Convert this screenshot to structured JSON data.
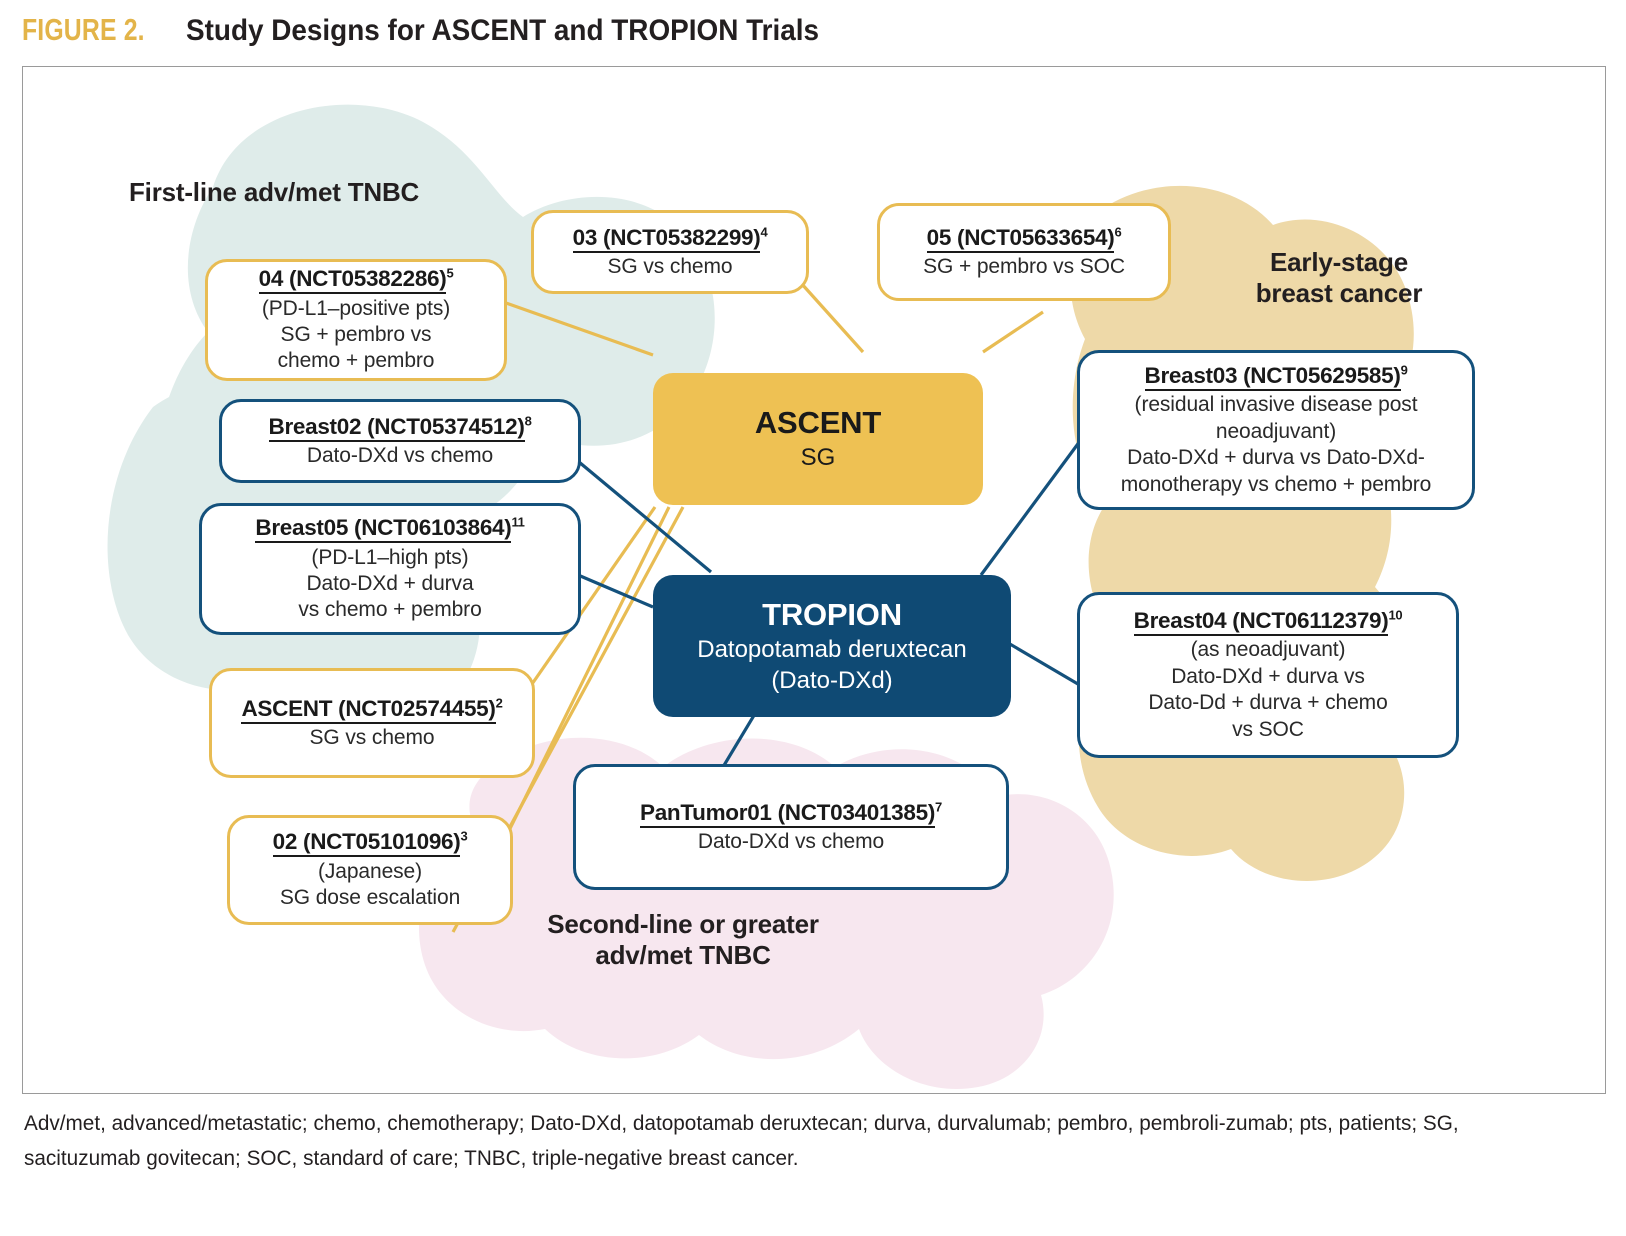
{
  "header": {
    "figure_label": "FIGURE 2.",
    "title": "Study Designs for ASCENT and TROPION Trials",
    "label_color": "#E3B449"
  },
  "colors": {
    "gold_border": "#E8BC53",
    "navy_border": "#14517C",
    "ascent_fill": "#EEC153",
    "tropion_fill": "#0F4A74",
    "blob_teal": "#DFECEA",
    "blob_tan": "#EED9A8",
    "blob_pink": "#F7E7EF"
  },
  "regions": [
    {
      "id": "first-line",
      "label": "First-line adv/met TNBC"
    },
    {
      "id": "early-stage",
      "label": "Early-stage\nbreast cancer"
    },
    {
      "id": "second-line",
      "label": "Second-line or greater\nadv/met TNBC"
    }
  ],
  "hubs": [
    {
      "id": "ascent",
      "name": "ASCENT",
      "drug": "SG"
    },
    {
      "id": "tropion",
      "name": "TROPION",
      "drug": "Datopotamab deruxtecan\n(Dato-DXd)"
    }
  ],
  "nodes": [
    {
      "id": "ascent04",
      "group": "ascent",
      "title": "04 (NCT05382286)",
      "ref": "5",
      "detail": "(PD-L1–positive pts)\nSG + pembro vs\nchemo + pembro"
    },
    {
      "id": "ascent03",
      "group": "ascent",
      "title": "03 (NCT05382299)",
      "ref": "4",
      "detail": "SG vs chemo"
    },
    {
      "id": "ascent05",
      "group": "ascent",
      "title": "05 (NCT05633654)",
      "ref": "6",
      "detail": "SG + pembro vs SOC"
    },
    {
      "id": "ascent-main",
      "group": "ascent",
      "title": "ASCENT (NCT02574455)",
      "ref": "2",
      "detail": "SG vs chemo"
    },
    {
      "id": "ascent02",
      "group": "ascent",
      "title": "02 (NCT05101096)",
      "ref": "3",
      "detail": "(Japanese)\nSG dose escalation"
    },
    {
      "id": "breast02",
      "group": "tropion",
      "title": "Breast02 (NCT05374512)",
      "ref": "8",
      "detail": "Dato-DXd vs chemo"
    },
    {
      "id": "breast05",
      "group": "tropion",
      "title": "Breast05 (NCT06103864)",
      "ref": "11",
      "detail": "(PD-L1–high pts)\nDato-DXd + durva\nvs chemo + pembro"
    },
    {
      "id": "breast03",
      "group": "tropion",
      "title": "Breast03 (NCT05629585)",
      "ref": "9",
      "detail": "(residual invasive disease post\nneoadjuvant)\nDato-DXd + durva vs Dato-DXd-\nmonotherapy vs chemo + pembro"
    },
    {
      "id": "breast04",
      "group": "tropion",
      "title": "Breast04 (NCT06112379)",
      "ref": "10",
      "detail": "(as neoadjuvant)\nDato-DXd + durva vs\nDato-Dd + durva + chemo\nvs SOC"
    },
    {
      "id": "pantumor01",
      "group": "tropion",
      "title": "PanTumor01 (NCT03401385)",
      "ref": "7",
      "detail": "Dato-DXd vs chemo"
    }
  ],
  "footnote": "Adv/met, advanced/metastatic; chemo, chemotherapy; Dato-DXd, datopotamab deruxtecan; durva, durvalumab; pembro, pembroli-zumab; pts, patients; SG, sacituzumab govitecan; SOC, standard of care; TNBC, triple-negative breast cancer."
}
